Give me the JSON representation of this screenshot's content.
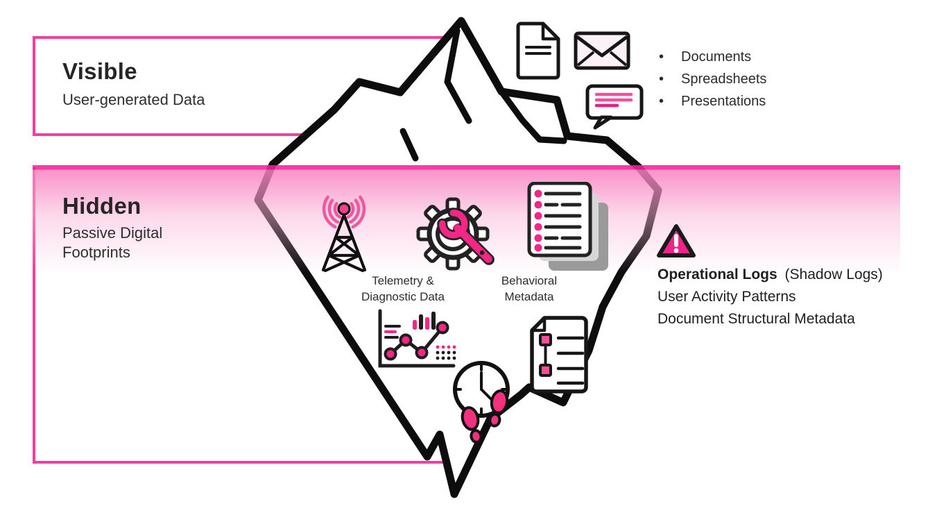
{
  "bullet_char": "•",
  "visible_section": {
    "title": "Visible",
    "subtitle": "User-generated Data"
  },
  "hidden_section": {
    "title": "Hidden",
    "subtitle": "Passive Digital\nFootprints"
  },
  "surface_items": [
    "Documents",
    "Spreadsheets",
    "Presentations"
  ],
  "underwater_labels": {
    "telemetry": "Telemetry &\nDiagnostic Data",
    "behavioral": "Behavioral\nMetadata"
  },
  "annotations": {
    "operational_bold": "Operational Logs",
    "operational_note": "(Shadow Logs)",
    "user_activity": "User Activity Patterns",
    "doc_structural": "Document Structural Metadata"
  },
  "icons": {
    "surface": [
      "document-icon",
      "envelope-icon",
      "chat-bubble-icon"
    ],
    "underwater": [
      "radio-tower-icon",
      "gear-wrench-icon",
      "checklist-stack-icon",
      "analytics-chart-icon",
      "clock-footprints-icon",
      "structured-document-icon"
    ],
    "annotation": "warning-icon"
  },
  "colors": {
    "accent_pink": "#F72585",
    "border_pink": "#F43F9E",
    "waterline_pink": "#F32196",
    "wave_pink": "#F1579D",
    "ink": "#1d1d1d",
    "shadow_gray": "#9a9a9a"
  }
}
